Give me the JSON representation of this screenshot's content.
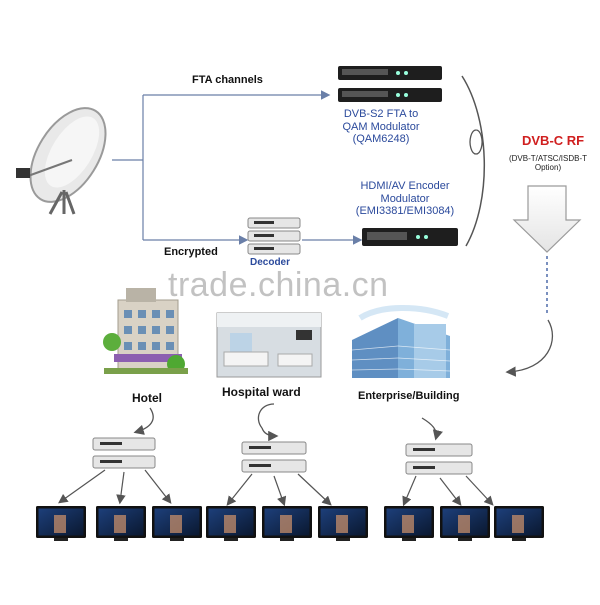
{
  "labels": {
    "fta_channels": "FTA channels",
    "modulator_title_1": "DVB-S2 FTA to",
    "modulator_title_2": "QAM Modulator",
    "modulator_model": "(QAM6248)",
    "encoder_title_1": "HDMI/AV Encoder",
    "encoder_title_2": "Modulator",
    "encoder_model": "(EMI3381/EMI3084)",
    "encrypted": "Encrypted",
    "decoder": "Decoder",
    "dvbc_rf": "DVB-C RF",
    "dvbc_note_1": "(DVB-T/ATSC/ISDB-T",
    "dvbc_note_2": "Option)",
    "hotel": "Hotel",
    "hospital_ward": "Hospital ward",
    "enterprise": "Enterprise/Building"
  },
  "watermark": "trade.china.cn",
  "colors": {
    "label_blue": "#2b4a9c",
    "label_red": "#d01f1f",
    "line": "#6a7fa8",
    "device": "#1e1e1e",
    "stb": "#e6e6e6"
  },
  "icons": [
    "satellite-dish-icon",
    "rack-device-icon",
    "set-top-box-icon",
    "tv-icon",
    "hotel-building-icon",
    "hospital-ward-icon",
    "office-building-icon",
    "down-arrow-icon"
  ]
}
